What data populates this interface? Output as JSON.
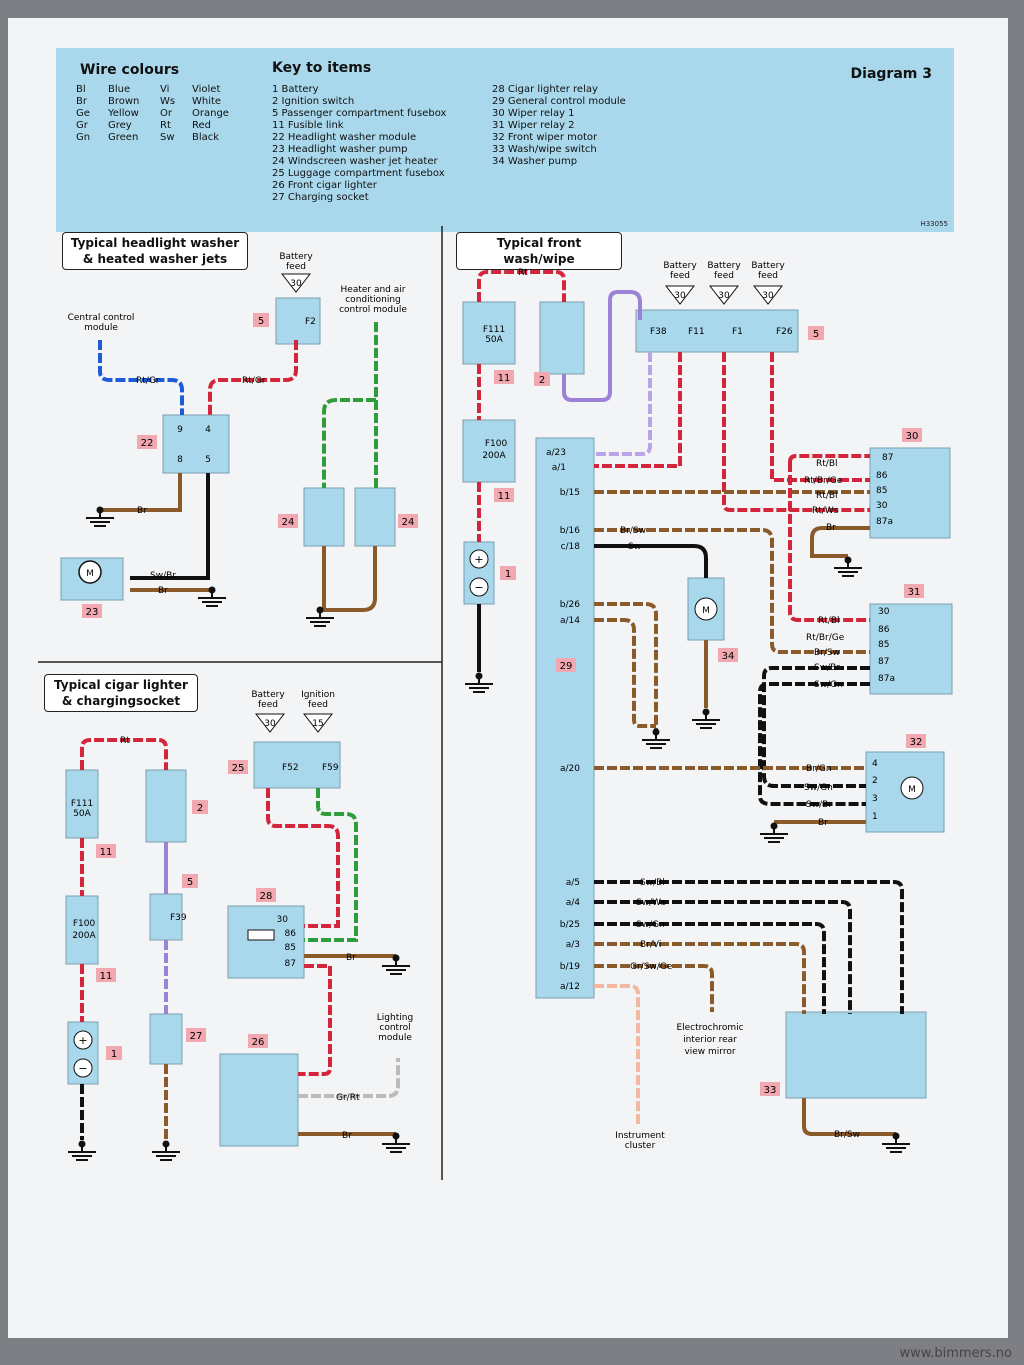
{
  "header": {
    "wire_colours_title": "Wire colours",
    "key_title": "Key to items",
    "diagram_label": "Diagram 3",
    "code": "H33055",
    "wire_colours": [
      {
        "code": "Bl",
        "name": "Blue"
      },
      {
        "code": "Br",
        "name": "Brown"
      },
      {
        "code": "Ge",
        "name": "Yellow"
      },
      {
        "code": "Gr",
        "name": "Grey"
      },
      {
        "code": "Gn",
        "name": "Green"
      },
      {
        "code": "Vi",
        "name": "Violet"
      },
      {
        "code": "Ws",
        "name": "White"
      },
      {
        "code": "Or",
        "name": "Orange"
      },
      {
        "code": "Rt",
        "name": "Red"
      },
      {
        "code": "Sw",
        "name": "Black"
      }
    ],
    "key_items_col1": [
      "1   Battery",
      "2   Ignition switch",
      "5   Passenger compartment fusebox",
      "11  Fusible link",
      "22  Headlight washer module",
      "23  Headlight washer pump",
      "24  Windscreen washer jet heater",
      "25  Luggage compartment fusebox",
      "26  Front cigar lighter",
      "27  Charging socket"
    ],
    "key_items_col2": [
      "28  Cigar lighter relay",
      "29  General control module",
      "30  Wiper relay 1",
      "31  Wiper relay 2",
      "32  Front wiper motor",
      "33  Wash/wipe switch",
      "34  Washer pump"
    ]
  },
  "sections": {
    "headlight_title_1": "Typical headlight washer",
    "headlight_title_2": "& heated washer jets",
    "cigar_title_1": "Typical cigar lighter",
    "cigar_title_2": "& chargingsocket",
    "wash_title": "Typical front wash/wipe"
  },
  "labels": {
    "battery_feed": [
      "Battery",
      "feed"
    ],
    "ignition_feed": [
      "Ignition",
      "feed"
    ],
    "central_control": [
      "Central control",
      "module"
    ],
    "heater_module": [
      "Heater and air",
      "conditioning",
      "control module"
    ],
    "lighting_module": [
      "Lighting",
      "control",
      "module"
    ],
    "mirror": [
      "Electrochromic",
      "interior rear",
      "view mirror"
    ],
    "instrument": [
      "Instrument",
      "cluster"
    ]
  },
  "footer": "www.bimmers.no"
}
